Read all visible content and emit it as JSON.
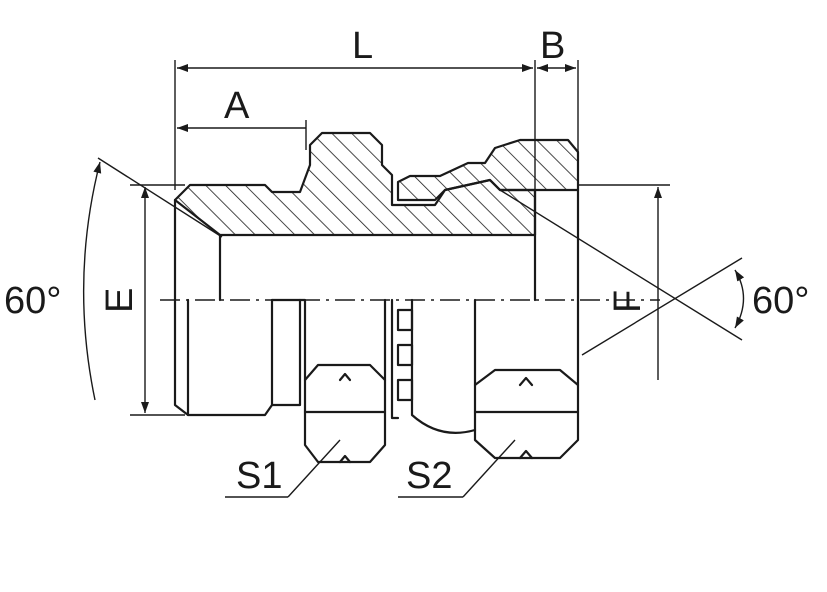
{
  "labels": {
    "L": "L",
    "B": "B",
    "A": "A",
    "E": "E",
    "F": "F",
    "S1": "S1",
    "S2": "S2",
    "angle_left": "60°",
    "angle_right": "60°"
  },
  "colors": {
    "line": "#1a1a1a",
    "background": "#ffffff"
  }
}
